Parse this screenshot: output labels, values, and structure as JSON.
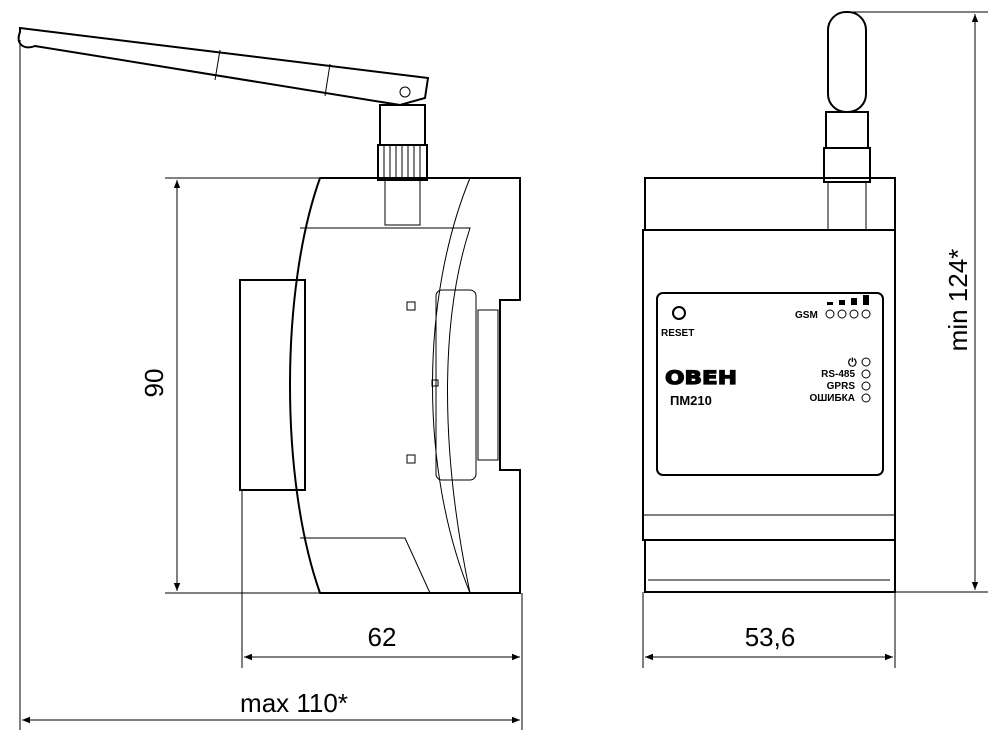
{
  "dimensions": {
    "height": "90",
    "depth": "62",
    "max_depth": "max 110*",
    "width": "53,6",
    "min_height": "min 124*"
  },
  "front_panel": {
    "reset_label": "RESET",
    "gsm_label": "GSM",
    "brand": "ОВЕН",
    "model": "ПМ210",
    "indicators": [
      "RS-485",
      "GPRS",
      "ОШИБКА"
    ]
  }
}
